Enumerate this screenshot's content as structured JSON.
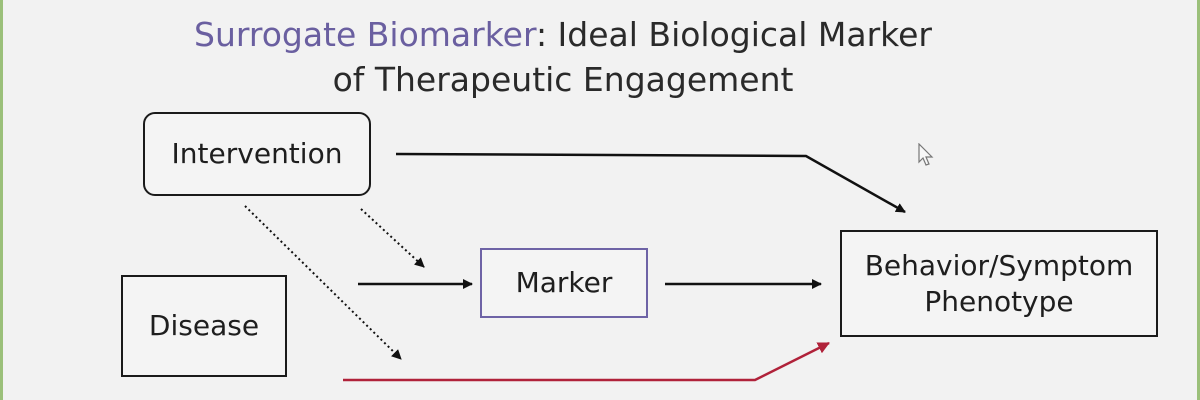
{
  "title": {
    "accent": "Surrogate Biomarker",
    "rest_line1": ": Ideal Biological Marker",
    "line2": "of Therapeutic Engagement"
  },
  "nodes": {
    "intervention": "Intervention",
    "marker": "Marker",
    "disease": "Disease",
    "behavior_line1": "Behavior/Symptom",
    "behavior_line2": "Phenotype"
  },
  "colors": {
    "accent": "#6a5fa0",
    "marker_border": "#6e63a6",
    "direct_path": "#b0223a",
    "frame": "#9bc07a"
  },
  "icons": {
    "cursor": "mouse-pointer-icon"
  }
}
